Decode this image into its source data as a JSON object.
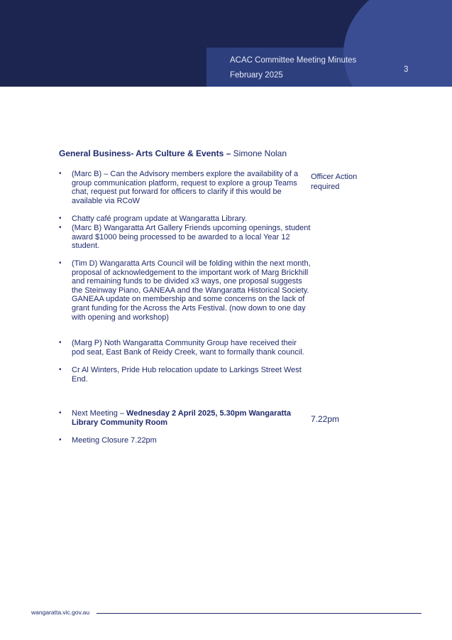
{
  "header": {
    "title": "ACAC Committee Meeting Minutes",
    "date": "February 2025",
    "page_number": "3"
  },
  "section": {
    "title_bold": "General Business- Arts Culture & Events –",
    "title_name": "Simone Nolan"
  },
  "items": [
    "(Marc B) – Can the Advisory members explore the availability of a group communication platform, request to explore a group Teams chat, request put forward for officers to clarify if this would be available via RCoW",
    "Chatty café program update at Wangaratta Library.",
    "(Marc B) Wangaratta Art Gallery Friends upcoming openings, student award $1000 being processed to be awarded to a local Year 12 student.",
    "(Tim D) Wangaratta Arts Council will be folding within the next month, proposal of acknowledgement to the important work of Marg Brickhill and remaining funds to be divided x3 ways, one proposal suggests the Steinway Piano, GANEAA and the Wangaratta Historical Society.",
    "GANEAA update on membership and some concerns on the lack of grant funding for the Across the Arts Festival. (now down to one day with opening and workshop)",
    "(Marg P) Noth Wangaratta Community Group have received their pod seat, East Bank of Reidy Creek, want to formally thank council.",
    "Cr Al Winters, Pride Hub relocation update to Larkings Street West End."
  ],
  "next_meeting": {
    "label": "Next Meeting –",
    "details": "Wednesday 2 April 2025, 5.30pm Wangaratta Library Community Room",
    "time": "7.22pm"
  },
  "closure": "Meeting Closure 7.22pm",
  "action_note": "Officer Action required",
  "bullet": "•",
  "footer": {
    "url": "wangaratta.vic.gov.au"
  }
}
